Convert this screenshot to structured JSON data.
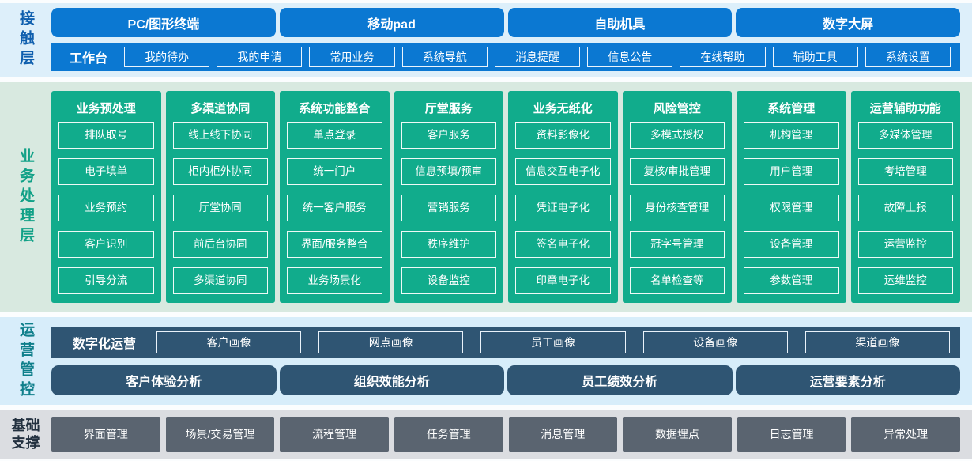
{
  "colors": {
    "accent_blue": "#0b78d2",
    "accent_green": "#11ac8c",
    "accent_slate": "#2f5573",
    "accent_gray": "#5a6470",
    "layer1_bg": "#ddeffa",
    "layer2_bg": "#d8e9e0",
    "layer3_bg": "#d7edfa",
    "layer4_bg": "#dbdde1",
    "contact_label_color": "#0f5fae",
    "business_label_color": "#11a187",
    "ops_label_color": "#0f7f8b",
    "foundation_label_color": "#233140"
  },
  "contact_layer": {
    "label": "接触层",
    "terminals": [
      "PC/图形终端",
      "移动pad",
      "自助机具",
      "数字大屏"
    ],
    "workbench": {
      "label": "工作台",
      "items": [
        "我的待办",
        "我的申请",
        "常用业务",
        "系统导航",
        "消息提醒",
        "信息公告",
        "在线帮助",
        "辅助工具",
        "系统设置"
      ]
    }
  },
  "business_layer": {
    "label": "业务处理层",
    "columns": [
      {
        "title": "业务预处理",
        "items": [
          "排队取号",
          "电子填单",
          "业务预约",
          "客户识别",
          "引导分流"
        ]
      },
      {
        "title": "多渠道协同",
        "items": [
          "线上线下协同",
          "柜内柜外协同",
          "厅堂协同",
          "前后台协同",
          "多渠道协同"
        ]
      },
      {
        "title": "系统功能整合",
        "items": [
          "单点登录",
          "统一门户",
          "统一客户服务",
          "界面/服务整合",
          "业务场景化"
        ]
      },
      {
        "title": "厅堂服务",
        "items": [
          "客户服务",
          "信息预填/预审",
          "营销服务",
          "秩序维护",
          "设备监控"
        ]
      },
      {
        "title": "业务无纸化",
        "items": [
          "资料影像化",
          "信息交互电子化",
          "凭证电子化",
          "签名电子化",
          "印章电子化"
        ]
      },
      {
        "title": "风险管控",
        "items": [
          "多模式授权",
          "复核/审批管理",
          "身份核查管理",
          "冠字号管理",
          "名单检查等"
        ]
      },
      {
        "title": "系统管理",
        "items": [
          "机构管理",
          "用户管理",
          "权限管理",
          "设备管理",
          "参数管理"
        ]
      },
      {
        "title": "运营辅助功能",
        "items": [
          "多媒体管理",
          "考培管理",
          "故障上报",
          "运营监控",
          "运维监控"
        ]
      }
    ]
  },
  "ops_layer": {
    "label": "运营管控",
    "digital": {
      "label": "数字化运营",
      "items": [
        "客户画像",
        "网点画像",
        "员工画像",
        "设备画像",
        "渠道画像"
      ]
    },
    "analysis": [
      "客户体验分析",
      "组织效能分析",
      "员工绩效分析",
      "运营要素分析"
    ]
  },
  "foundation_layer": {
    "label": "基础支撑",
    "items": [
      "界面管理",
      "场景/交易管理",
      "流程管理",
      "任务管理",
      "消息管理",
      "数据埋点",
      "日志管理",
      "异常处理"
    ]
  }
}
